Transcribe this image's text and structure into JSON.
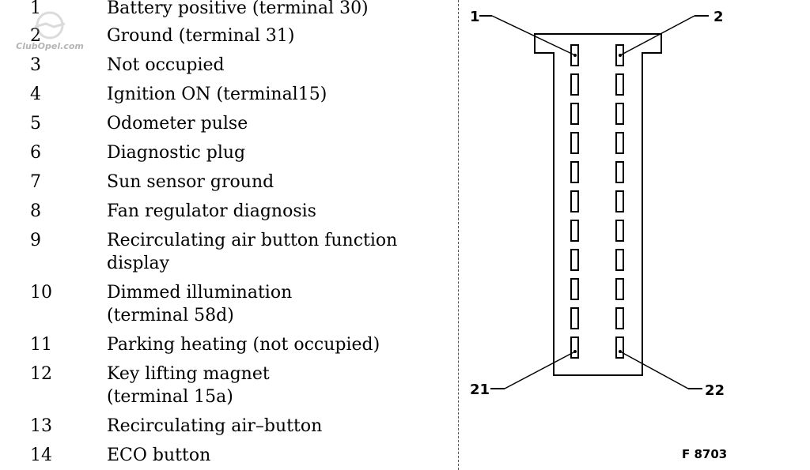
{
  "watermark": {
    "text": "ClubOpel.com",
    "icon": "opel-logo-icon"
  },
  "pins": [
    {
      "num": "1",
      "desc": "Battery positive (terminal 30)"
    },
    {
      "num": "2",
      "desc": "Ground (terminal 31)"
    },
    {
      "num": "3",
      "desc": "Not occupied"
    },
    {
      "num": "4",
      "desc": "Ignition ON (terminal15)"
    },
    {
      "num": "5",
      "desc": "Odometer pulse"
    },
    {
      "num": "6",
      "desc": "Diagnostic plug"
    },
    {
      "num": "7",
      "desc": "Sun sensor ground"
    },
    {
      "num": "8",
      "desc": "Fan regulator diagnosis"
    },
    {
      "num": "9",
      "desc": "Recirculating air button function\ndisplay"
    },
    {
      "num": "10",
      "desc": "Dimmed illumination\n(terminal 58d)"
    },
    {
      "num": "11",
      "desc": "Parking heating (not occupied)"
    },
    {
      "num": "12",
      "desc": "Key lifting magnet\n(terminal 15a)"
    },
    {
      "num": "13",
      "desc": "Recirculating air–button"
    },
    {
      "num": "14",
      "desc": "ECO button"
    }
  ],
  "connector": {
    "callouts": {
      "top_left": "1",
      "top_right": "2",
      "bottom_left": "21",
      "bottom_right": "22"
    },
    "figure_ref": "F 8703"
  }
}
